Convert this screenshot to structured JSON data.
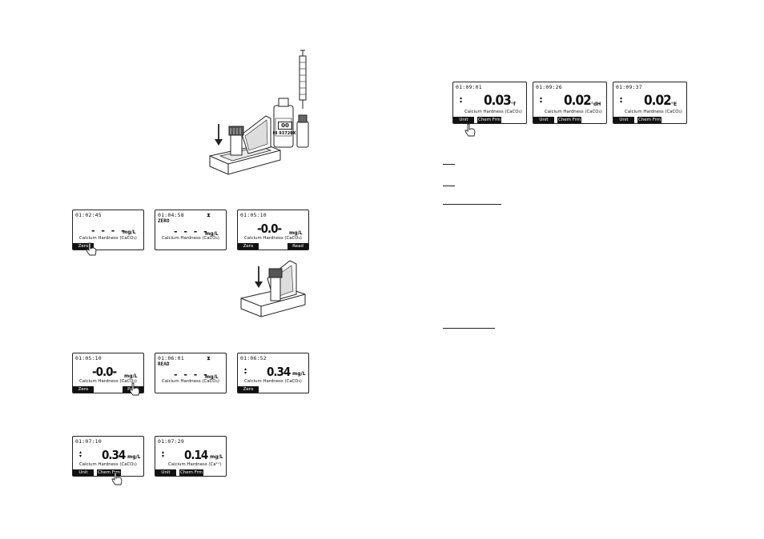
{
  "param_caco3": "Calcium Hardness (CaCO₃)",
  "param_ca": "Calcium Hardness (Ca²⁺)",
  "reagent_label_top": "00",
  "reagent_label_bottom": "HI 93720X",
  "buttons": {
    "zero": "Zero",
    "read": "Read",
    "unit": "Unit",
    "chem": "Chem Frm"
  },
  "screens": {
    "s1": {
      "time": "01:02:45",
      "dashes": "- - - -",
      "unit": "mg/L"
    },
    "s2": {
      "time": "01:04:58",
      "status": "ZERO",
      "dashes": "- - - -",
      "unit": "mg/L"
    },
    "s3": {
      "time": "01:05:10",
      "value": "-0.0-",
      "unit": "mg/L"
    },
    "s4": {
      "time": "01:05:10",
      "value": "-0.0-",
      "unit": "mg/L"
    },
    "s5": {
      "time": "01:06:01",
      "status": "READ",
      "dashes": "- - - -",
      "unit": "mg/L"
    },
    "s6": {
      "time": "01:06:52",
      "value": "0.34",
      "unit": "mg/L"
    },
    "s7": {
      "time": "01:07:10",
      "value": "0.34",
      "unit": "mg/L"
    },
    "s8": {
      "time": "01:07:29",
      "value": "0.14",
      "unit": "mg/L"
    },
    "s9": {
      "time": "01:09:01",
      "value": "0.03",
      "unit": "°f"
    },
    "s10": {
      "time": "01:09:26",
      "value": "0.02",
      "unit": "°dH"
    },
    "s11": {
      "time": "01:09:37",
      "value": "0.02",
      "unit": "°E"
    }
  },
  "colors": {
    "ink": "#111111",
    "button_bg": "#111111",
    "button_text": "#ffffff"
  }
}
